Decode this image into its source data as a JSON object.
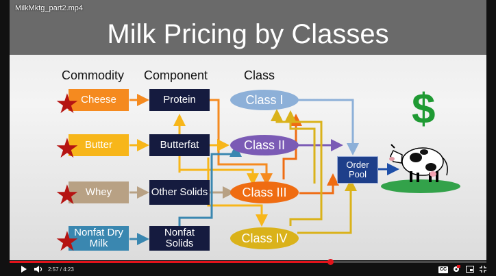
{
  "video": {
    "file_name": "MilkMktg_part2.mp4",
    "current_time": "2:57",
    "duration": "4:23",
    "time_display": "2:57 / 4:23",
    "progress_fraction": 0.673
  },
  "slide": {
    "title": "Milk Pricing by Classes",
    "headers": {
      "commodity": "Commodity",
      "component": "Component",
      "class": "Class"
    },
    "commodities": [
      {
        "label": "Cheese",
        "color": "#f58a1f"
      },
      {
        "label": "Butter",
        "color": "#f7b61a"
      },
      {
        "label": "Whey",
        "color": "#b8a184"
      },
      {
        "label": "Nonfat Dry Milk",
        "color": "#3a87b0"
      }
    ],
    "components": [
      {
        "label": "Protein"
      },
      {
        "label": "Butterfat"
      },
      {
        "label": "Other Solids"
      },
      {
        "label": "Nonfat Solids"
      }
    ],
    "classes": [
      {
        "label": "Class I",
        "color": "#8db0d8"
      },
      {
        "label": "Class II",
        "color": "#7b5bb5"
      },
      {
        "label": "Class III",
        "color": "#ef6c12"
      },
      {
        "label": "Class IV",
        "color": "#dab21a"
      }
    ],
    "order_pool": "Order Pool",
    "dollar_sign": "$"
  },
  "controls": {
    "play_icon": "play-icon",
    "volume_icon": "volume-icon",
    "captions_icon": "captions-icon",
    "settings_icon": "settings-icon",
    "miniplayer_icon": "miniplayer-icon",
    "fullscreen_icon": "fullscreen-exit-icon",
    "captions_label": "CC"
  }
}
